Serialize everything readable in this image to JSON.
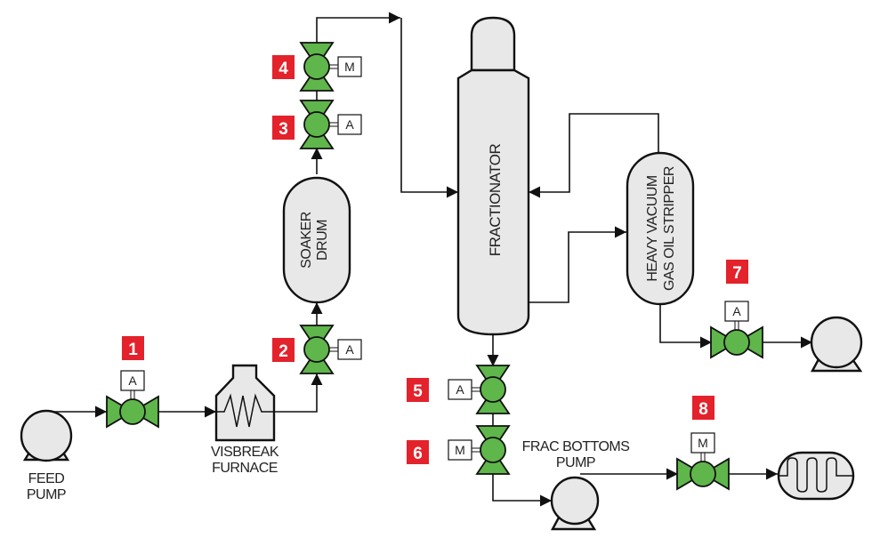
{
  "diagram": {
    "type": "process-flow-diagram",
    "colors": {
      "valve_fill": "#5fb64a",
      "vessel_fill": "#e8e8e8",
      "badge_fill": "#e3222b",
      "line": "#111111"
    },
    "equipment": {
      "feed_pump": {
        "line1": "FEED",
        "line2": "PUMP"
      },
      "furnace": {
        "line1": "VISBREAK",
        "line2": "FURNACE"
      },
      "soaker": {
        "line1": "SOAKER",
        "line2": "DRUM"
      },
      "fractionator": {
        "label": "FRACTIONATOR"
      },
      "stripper": {
        "line1": "HEAVY VACUUM",
        "line2": "GAS OIL STRIPPER"
      },
      "frac_bottoms_pump": {
        "line1": "FRAC BOTTOMS",
        "line2": "PUMP"
      },
      "stripper_pump": {
        "label": ""
      },
      "heat_exchanger": {
        "label": ""
      }
    },
    "valves": [
      {
        "id": "1",
        "actuator": "A"
      },
      {
        "id": "2",
        "actuator": "A"
      },
      {
        "id": "3",
        "actuator": "A"
      },
      {
        "id": "4",
        "actuator": "M"
      },
      {
        "id": "5",
        "actuator": "A"
      },
      {
        "id": "6",
        "actuator": "M"
      },
      {
        "id": "7",
        "actuator": "A"
      },
      {
        "id": "8",
        "actuator": "M"
      }
    ]
  }
}
